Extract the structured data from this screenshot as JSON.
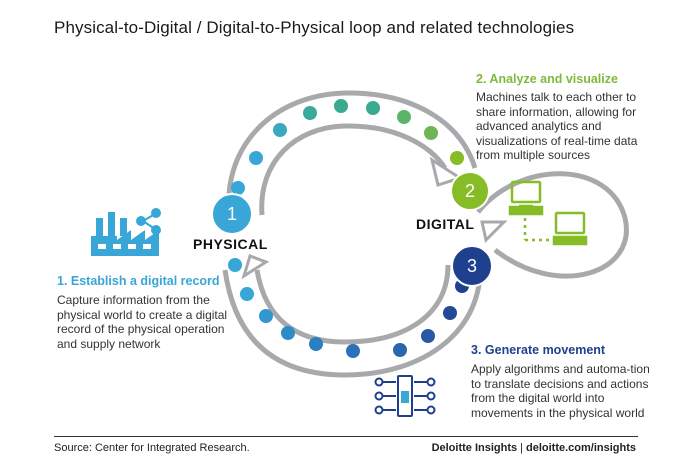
{
  "title": "Physical-to-Digital / Digital-to-Physical loop and related technologies",
  "labels": {
    "physical": "PHYSICAL",
    "digital": "DIGITAL"
  },
  "steps": [
    {
      "number": "1",
      "title": "1. Establish a digital record",
      "body": "Capture information from the physical world to create a digital record of the physical operation and supply network",
      "color": "#38a6d6"
    },
    {
      "number": "2",
      "title": "2. Analyze and visualize",
      "body": "Machines talk to each other to share information, allowing for advanced analytics and visualizations of real-time data from multiple sources",
      "color": "#86bc25"
    },
    {
      "number": "3",
      "title": "3. Generate movement",
      "body": "Apply algorithms and automa-tion to translate decisions and actions from the digital world into movements in the physical world",
      "color": "#1f3f8f"
    }
  ],
  "footer": {
    "source": "Source: Center for Integrated Research.",
    "brand_left": "Deloitte Insights",
    "brand_sep": "|",
    "brand_right": "deloitte.com/insights"
  },
  "icons": [
    "factory-icon",
    "share-icon",
    "computer-network-icon",
    "automation-icon"
  ],
  "colors": {
    "ring": "#a7a9ac",
    "teal_dots": "#3aaa8f",
    "blue_dots": "#2a7fc1",
    "dark_blue": "#1f3f8f",
    "green": "#86bc25",
    "light_blue": "#38a6d6"
  }
}
